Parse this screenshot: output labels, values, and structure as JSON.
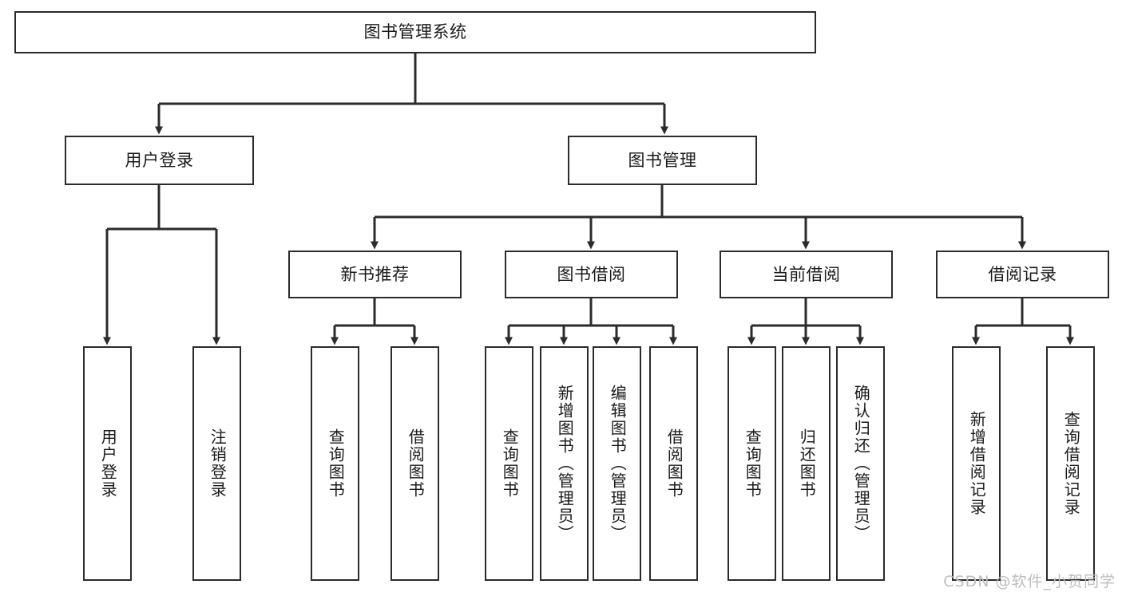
{
  "diagram": {
    "title": "图书管理系统",
    "type": "tree",
    "watermark": "CSDN @软件_小贺同学",
    "colors": {
      "stroke": "#2b2b2b",
      "fill": "#ffffff",
      "text": "#1a1a1a",
      "watermark": "#bdbdbd"
    }
  },
  "nodes": {
    "root": {
      "label": "图书管理系统",
      "level": 1,
      "orientation": "horizontal"
    },
    "level2": [
      {
        "id": "user-login",
        "label": "用户登录",
        "orientation": "horizontal"
      },
      {
        "id": "book-manage",
        "label": "图书管理",
        "orientation": "horizontal"
      }
    ],
    "level3": [
      {
        "id": "new-book-recommend",
        "label": "新书推荐",
        "orientation": "horizontal"
      },
      {
        "id": "book-borrow",
        "label": "图书借阅",
        "orientation": "horizontal"
      },
      {
        "id": "current-borrow",
        "label": "当前借阅",
        "orientation": "horizontal"
      },
      {
        "id": "borrow-record",
        "label": "借阅记录",
        "orientation": "horizontal"
      }
    ],
    "leaves": {
      "user-login": [
        {
          "id": "leaf-user-login",
          "label": "用户登录",
          "orientation": "vertical"
        },
        {
          "id": "leaf-logout-login",
          "label": "注销登录",
          "orientation": "vertical"
        }
      ],
      "new-book-recommend": [
        {
          "id": "leaf-query-book-1",
          "label": "查询图书",
          "orientation": "vertical"
        },
        {
          "id": "leaf-borrow-book-1",
          "label": "借阅图书",
          "orientation": "vertical"
        }
      ],
      "book-borrow": [
        {
          "id": "leaf-query-book-2",
          "label": "查询图书",
          "orientation": "vertical"
        },
        {
          "id": "leaf-add-book",
          "label": "新增图书（管理员）",
          "orientation": "vertical"
        },
        {
          "id": "leaf-edit-book",
          "label": "编辑图书（管理员）",
          "orientation": "vertical"
        },
        {
          "id": "leaf-borrow-book-2",
          "label": "借阅图书",
          "orientation": "vertical"
        }
      ],
      "current-borrow": [
        {
          "id": "leaf-query-book-3",
          "label": "查询图书",
          "orientation": "vertical"
        },
        {
          "id": "leaf-return-book",
          "label": "归还图书",
          "orientation": "vertical"
        },
        {
          "id": "leaf-confirm-return",
          "label": "确认归还（管理员）",
          "orientation": "vertical"
        }
      ],
      "borrow-record": [
        {
          "id": "leaf-add-record",
          "label": "新增借阅记录",
          "orientation": "vertical"
        },
        {
          "id": "leaf-query-record",
          "label": "查询借阅记录",
          "orientation": "vertical"
        }
      ]
    }
  }
}
